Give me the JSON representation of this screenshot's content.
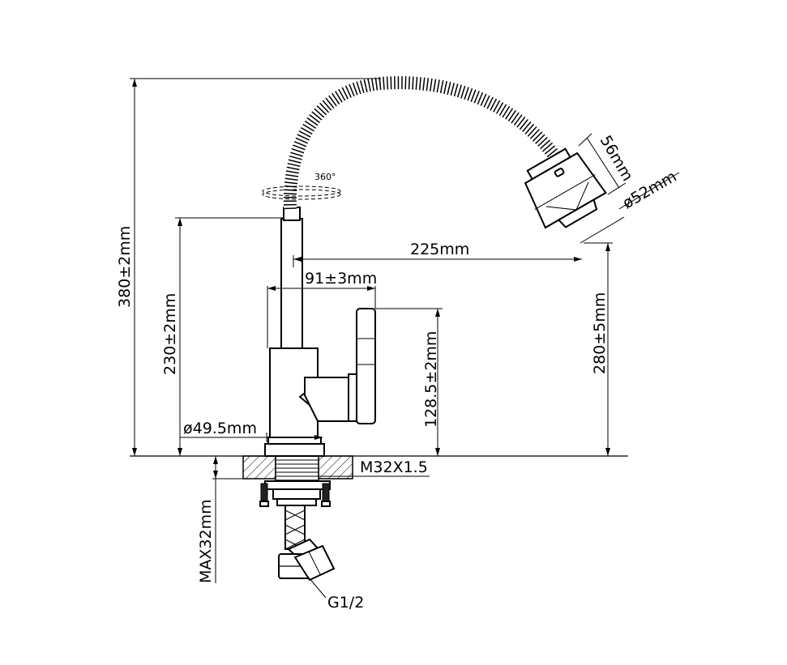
{
  "dimensions": {
    "total_height": "380±2mm",
    "spout_height": "230±2mm",
    "spout_reach": "225mm",
    "outlet_height": "280±5mm",
    "body_offset": "91±3mm",
    "handle_height": "128.5±2mm",
    "base_diameter": "ø49.5mm",
    "head_length": "56mm",
    "head_diameter": "ø52mm",
    "thread": "M32X1.5",
    "deck_thickness": "MAX32mm",
    "hose_connector": "G1/2",
    "rotation": "360°"
  },
  "colors": {
    "line": "#000000",
    "background": "#ffffff"
  },
  "icons": {
    "rotation_indicator": "rotation-ellipse-icon"
  }
}
